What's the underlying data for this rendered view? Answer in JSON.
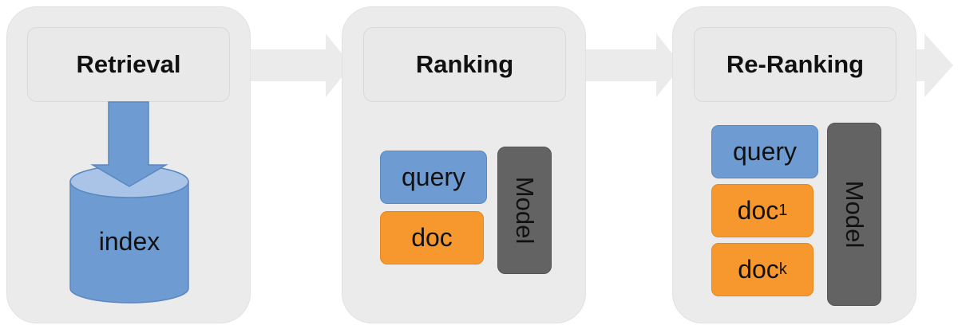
{
  "diagram": {
    "stages": [
      {
        "title": "Retrieval",
        "store_label": "index"
      },
      {
        "title": "Ranking",
        "query_label": "query",
        "doc_label": "doc",
        "model_label": "Model"
      },
      {
        "title": "Re-Ranking",
        "query_label": "query",
        "doc_first_label": "doc",
        "doc_first_subscript": "1",
        "doc_last_label": "doc",
        "doc_last_subscript": "k",
        "model_label": "Model"
      }
    ],
    "colors": {
      "panel": "#ebebeb",
      "title_box": "#e9e9e9",
      "flow_arrow": "#ebebeb",
      "query": "#6d9bd2",
      "doc": "#f7982e",
      "model": "#636363",
      "cylinder": "#6d9bd2",
      "cylinder_top": "#a9c4e6"
    },
    "icons": [
      "flow-arrow",
      "down-arrow",
      "database-cylinder"
    ]
  }
}
